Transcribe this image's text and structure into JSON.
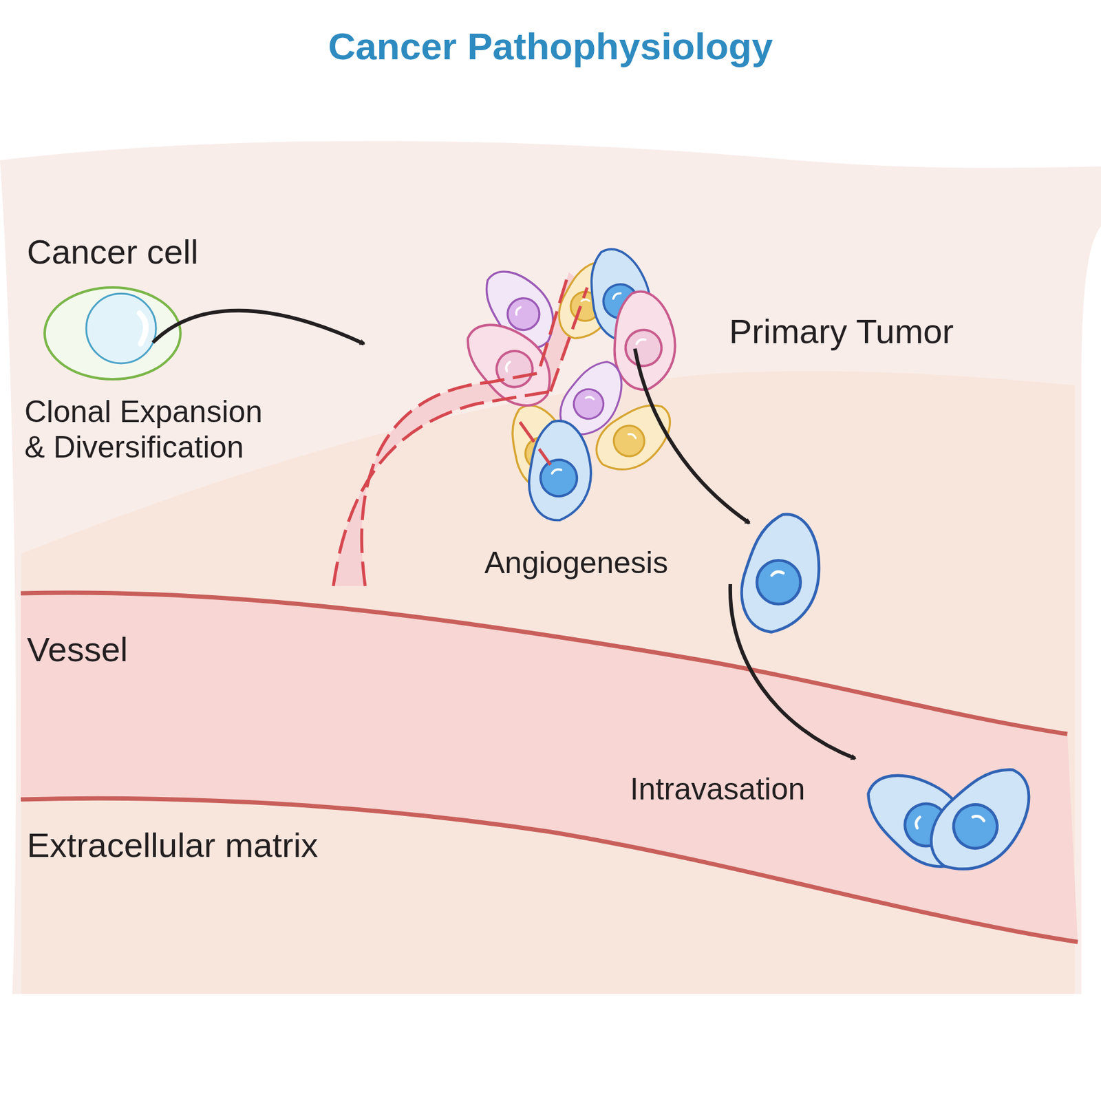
{
  "diagram": {
    "title": "Cancer Pathophysiology",
    "labels": [
      "Cancer cell",
      "Clonal Expansion & Diversification",
      "Primary Tumor",
      "Angiogenesis",
      "Vessel",
      "Intravasation",
      "Extracellular matrix"
    ]
  }
}
